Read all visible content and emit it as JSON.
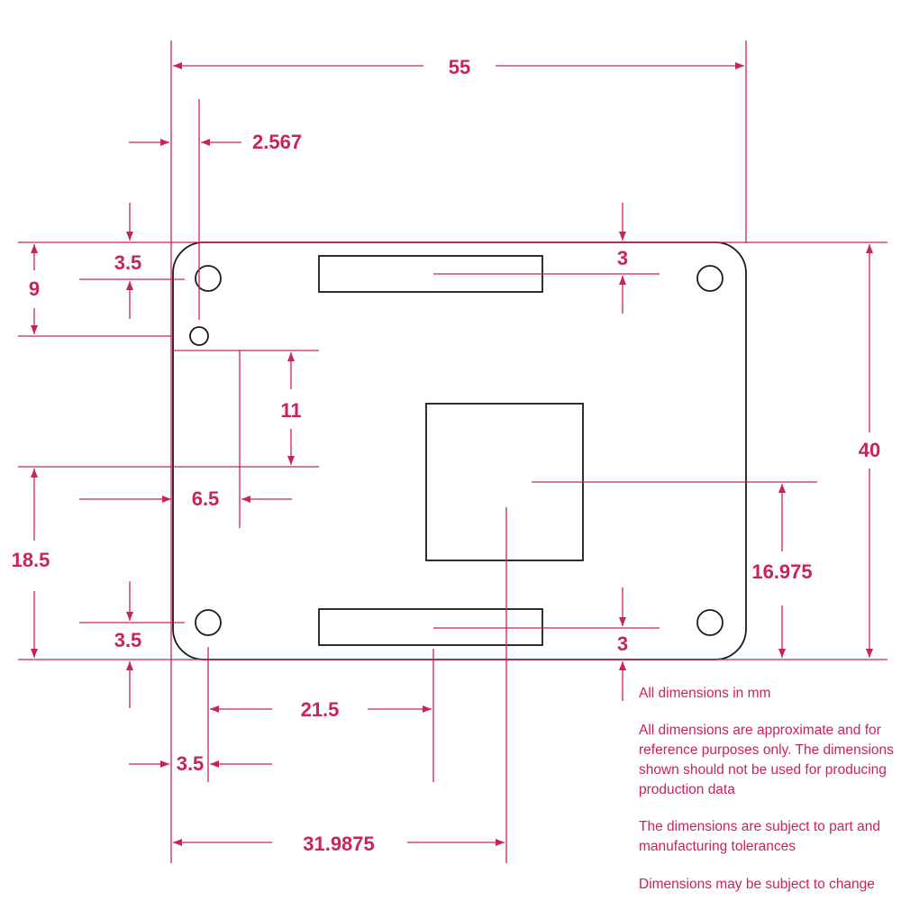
{
  "dimensions": {
    "overall_width": "55",
    "overall_height": "40",
    "test_hole_offset_x": "2.567",
    "top_hole_offset_y": "3.5",
    "test_hole_offset_y": "9",
    "connector_top_offset": "3",
    "connector_bottom_offset": "3",
    "left_block_height": "11",
    "left_block_offset_x": "6.5",
    "left_block_offset_y": "18.5",
    "bottom_hole_offset_y": "3.5",
    "chip_offset_y": "16.975",
    "connector_offset_x": "21.5",
    "bottom_hole_offset_x": "3.5",
    "chip_offset_x": "31.9875"
  },
  "notes": {
    "units": "All dimensions in mm",
    "approx": [
      "All dimensions are approximate and for",
      "reference purposes only. The dimensions",
      "shown should not be used for producing",
      "production data"
    ],
    "tolerance": [
      "The dimensions are subject to part and",
      "manufacturing tolerances"
    ],
    "change": "Dimensions may be subject to change"
  }
}
